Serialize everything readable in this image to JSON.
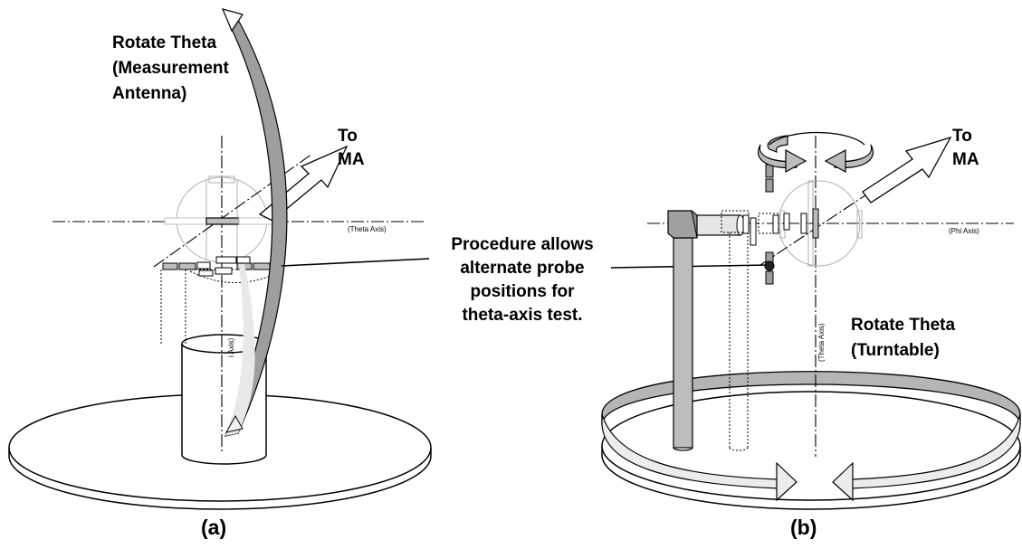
{
  "figure": {
    "panel_a": {
      "caption": "(a)",
      "rotate_label": [
        "Rotate Theta",
        "(Measurement",
        "Antenna)"
      ],
      "to_ma": [
        "To",
        "MA"
      ],
      "axis_label": "(Theta Axis)",
      "vertical_axis_label": "i Axis)"
    },
    "panel_b": {
      "caption": "(b)",
      "rotate_label": [
        "Rotate Theta",
        "(Turntable)"
      ],
      "to_ma": [
        "To",
        "MA"
      ],
      "axis_label": "(Phi Axis)",
      "vertical_axis_label": "(Theta Axis)"
    },
    "callout": [
      "Procedure allows",
      "alternate probe",
      "positions for",
      "theta-axis test."
    ]
  }
}
